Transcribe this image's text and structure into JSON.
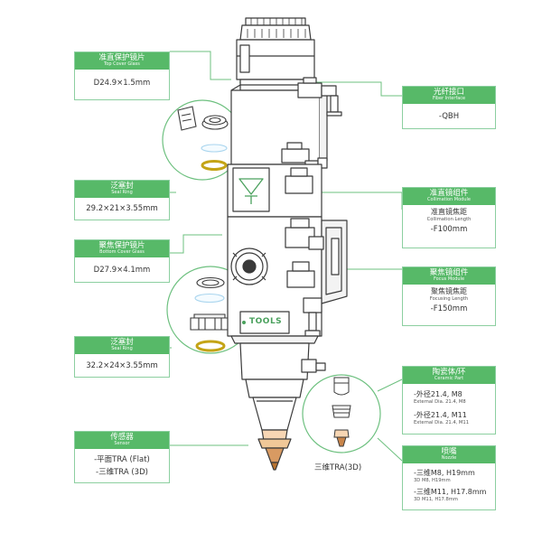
{
  "colors": {
    "accent": "#57b968",
    "border": "#8ccfa0",
    "line": "#6dc07f",
    "stroke": "#3a3a3a"
  },
  "left_boxes": {
    "top_cover_glass": {
      "title_zh": "准直保护镜片",
      "title_en": "Top Cover Glass",
      "value": "D24.9×1.5mm"
    },
    "seal_ring_1": {
      "title_zh": "泛塞封",
      "title_en": "Seal Ring",
      "value": "29.2×21×3.55mm"
    },
    "bottom_cover_glass": {
      "title_zh": "聚焦保护镜片",
      "title_en": "Bottom Cover Glass",
      "value": "D27.9×4.1mm"
    },
    "seal_ring_2": {
      "title_zh": "泛塞封",
      "title_en": "Seal Ring",
      "value": "32.2×24×3.55mm"
    },
    "sensor": {
      "title_zh": "传感器",
      "title_en": "Sensor",
      "line1": "-平面TRA (Flat)",
      "line2": "-三维TRA (3D)"
    }
  },
  "right_boxes": {
    "fiber_interface": {
      "title_zh": "光纤接口",
      "title_en": "Fiber Interface",
      "value": "-QBH"
    },
    "collimation_module": {
      "title_zh": "准直镜组件",
      "title_en": "Collimation Module",
      "sub_zh": "准直镜焦距",
      "sub_en": "Collimation Length",
      "value": "-F100mm"
    },
    "focus_module": {
      "title_zh": "聚焦镜组件",
      "title_en": "Focus Module",
      "sub_zh": "聚焦镜焦距",
      "sub_en": "Focusing Length",
      "value": "-F150mm"
    },
    "ceramic_part": {
      "title_zh": "陶瓷体/环",
      "title_en": "Ceramic Part",
      "item1": "-外径21.4, M8",
      "item1_en": "External Dia. 21.4, M8",
      "item2": "-外径21.4, M11",
      "item2_en": "External Dia. 21.4, M11"
    },
    "nozzle": {
      "title_zh": "喷嘴",
      "title_en": "Nozzle",
      "item1": "-三维M8, H19mm",
      "item1_en": "3D M8, H19mm",
      "item2": "-三维M11, H17.8mm",
      "item2_en": "3D M11, H17.8mm"
    }
  },
  "captions": {
    "nozzle_3d": "三维TRA(3D)",
    "brand_mark": "TOOLS"
  }
}
